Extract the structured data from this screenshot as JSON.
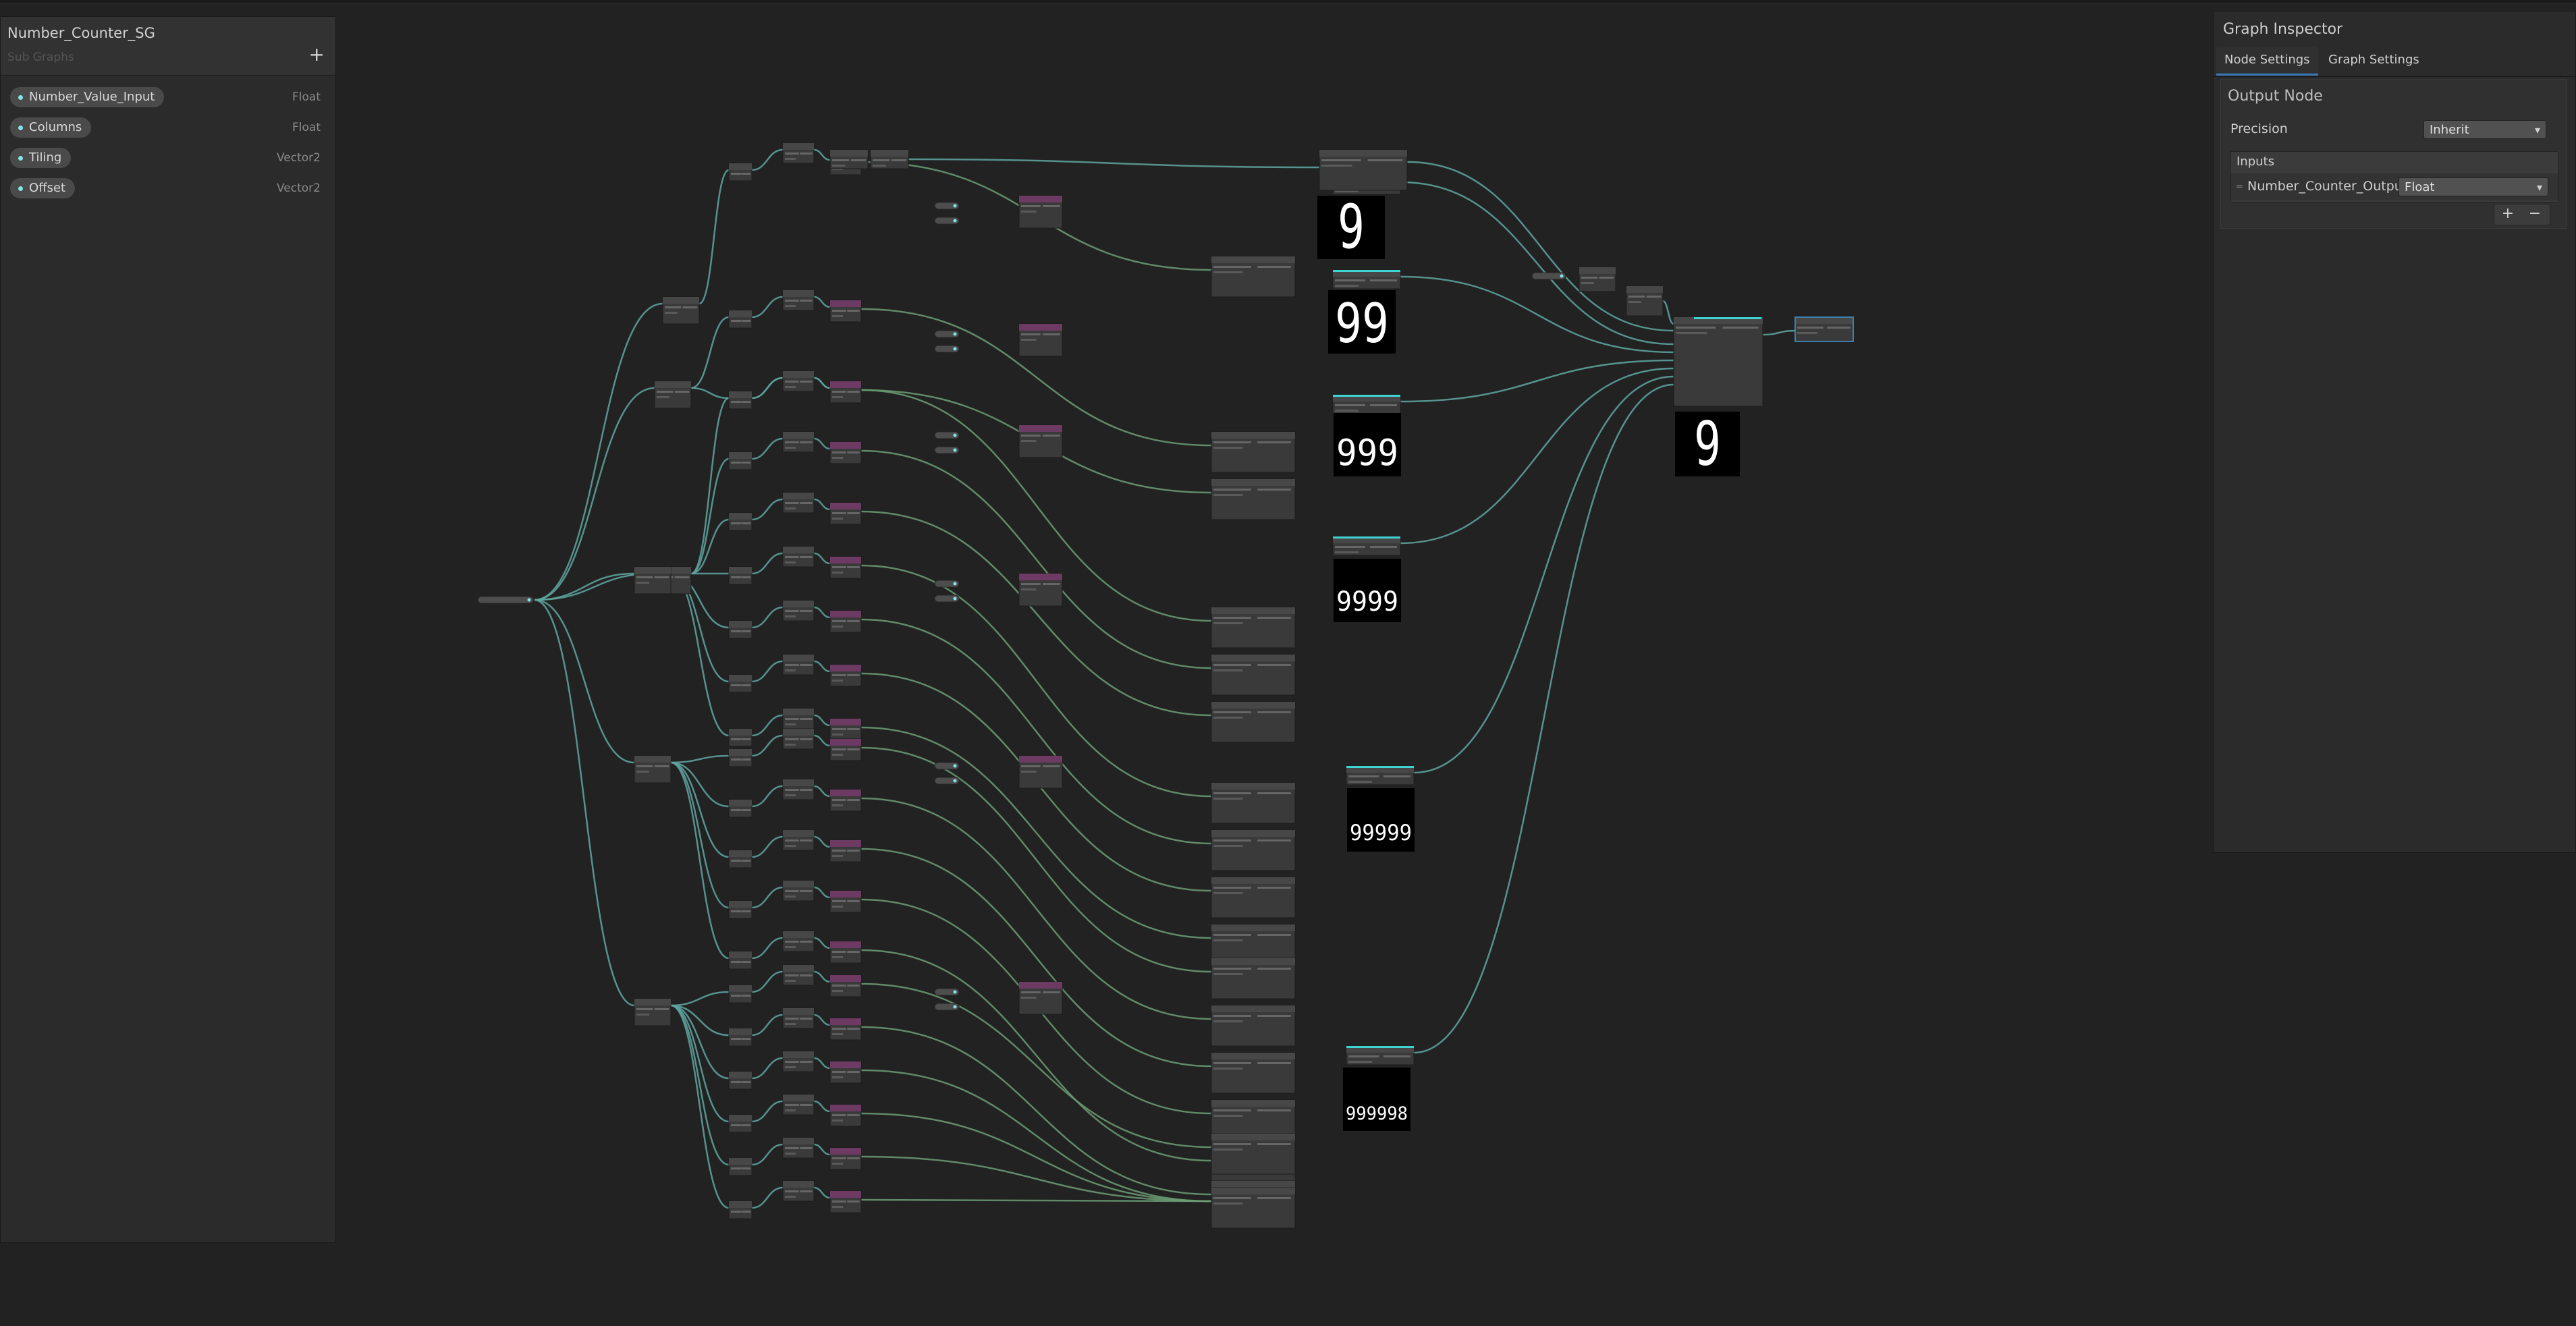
{
  "blackboard": {
    "title": "Number_Counter_SG",
    "subtitle": "Sub Graphs",
    "add_label": "+",
    "properties": [
      {
        "name": "Number_Value_Input",
        "type": "Float"
      },
      {
        "name": "Columns",
        "type": "Float"
      },
      {
        "name": "Tiling",
        "type": "Vector2"
      },
      {
        "name": "Offset",
        "type": "Vector2"
      }
    ]
  },
  "inspector": {
    "title": "Graph Inspector",
    "tabs": [
      {
        "label": "Node Settings",
        "active": true
      },
      {
        "label": "Graph Settings",
        "active": false
      }
    ],
    "section_title": "Output Node",
    "precision_label": "Precision",
    "precision_value": "Inherit",
    "inputs_label": "Inputs",
    "output_name": "Number_Counter_Output",
    "output_type": "Float",
    "add_button": "+",
    "remove_button": "−"
  },
  "previews": [
    "9",
    "99",
    "999",
    "9999",
    "99999",
    "999998",
    "9"
  ],
  "colors": {
    "background": "#222222",
    "wire": "#5fa6a1",
    "wire_alt": "#6b9c74",
    "node_body": "#3a3a3a",
    "node_header": "#474747",
    "node_header_purple": "#6c3a63",
    "highlight": "#3fd4d4"
  }
}
